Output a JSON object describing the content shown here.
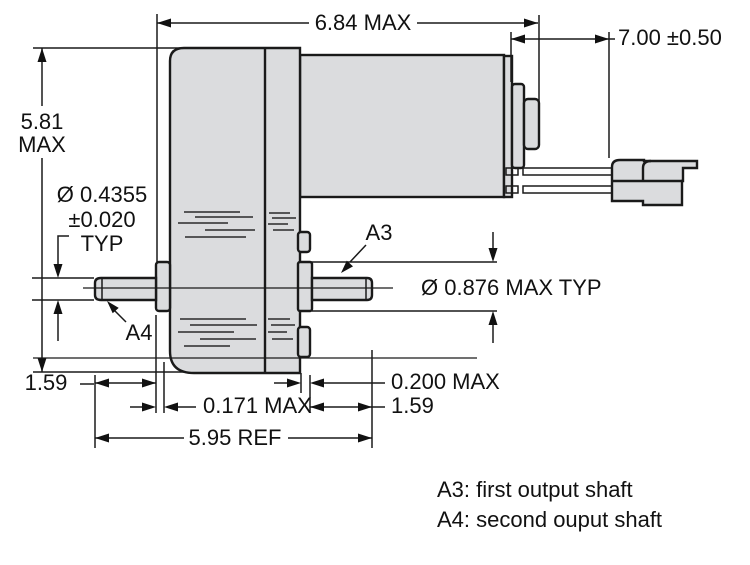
{
  "drawing": {
    "title_hint": "gearmotor outline drawing",
    "dims": {
      "overall_length": "6.84 MAX",
      "wire_length": "7.00 ±0.50",
      "overall_height_line1": "5.81",
      "overall_height_line2": "MAX",
      "shaft_dia_line1": "Ø 0.4355",
      "shaft_dia_line2": "±0.020",
      "shaft_dia_line3": "TYP",
      "boss_dia": "Ø 0.876 MAX TYP",
      "left_shaft_length": "1.59",
      "right_boss_protrusion": "0.200 MAX",
      "left_boss_protrusion": "0.171 MAX",
      "right_shaft_length": "1.59",
      "shaft_span_ref": "5.95 REF"
    },
    "callouts": {
      "a3": "A3",
      "a4": "A4"
    },
    "legend": {
      "line1": "A3: first output shaft",
      "line2": "A4: second ouput shaft"
    },
    "colors": {
      "body_fill": "#dbdcde",
      "line": "#1a1a1a",
      "background": "#ffffff"
    }
  }
}
